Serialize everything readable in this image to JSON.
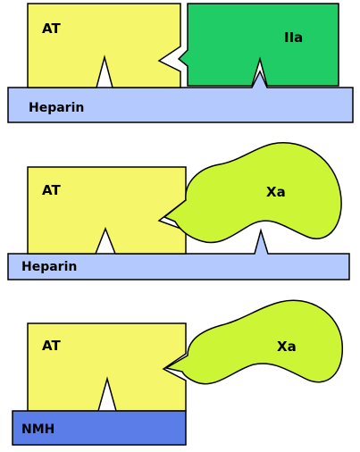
{
  "colors": {
    "antithrombin": "#f6f66a",
    "thrombin": "#1fcc66",
    "factor_xa": "#ccf535",
    "heparin": "#b4cafe",
    "lmwh": "#5a7de8",
    "outline": "#000000",
    "background": "#ffffff"
  },
  "panels": [
    {
      "antithrombin_label": "AT",
      "enzyme_label": "IIa",
      "anchor_label": "Heparin"
    },
    {
      "antithrombin_label": "AT",
      "enzyme_label": "Xa",
      "anchor_label": "Heparin"
    },
    {
      "antithrombin_label": "AT",
      "enzyme_label": "Xa",
      "anchor_label": "NMH"
    }
  ]
}
